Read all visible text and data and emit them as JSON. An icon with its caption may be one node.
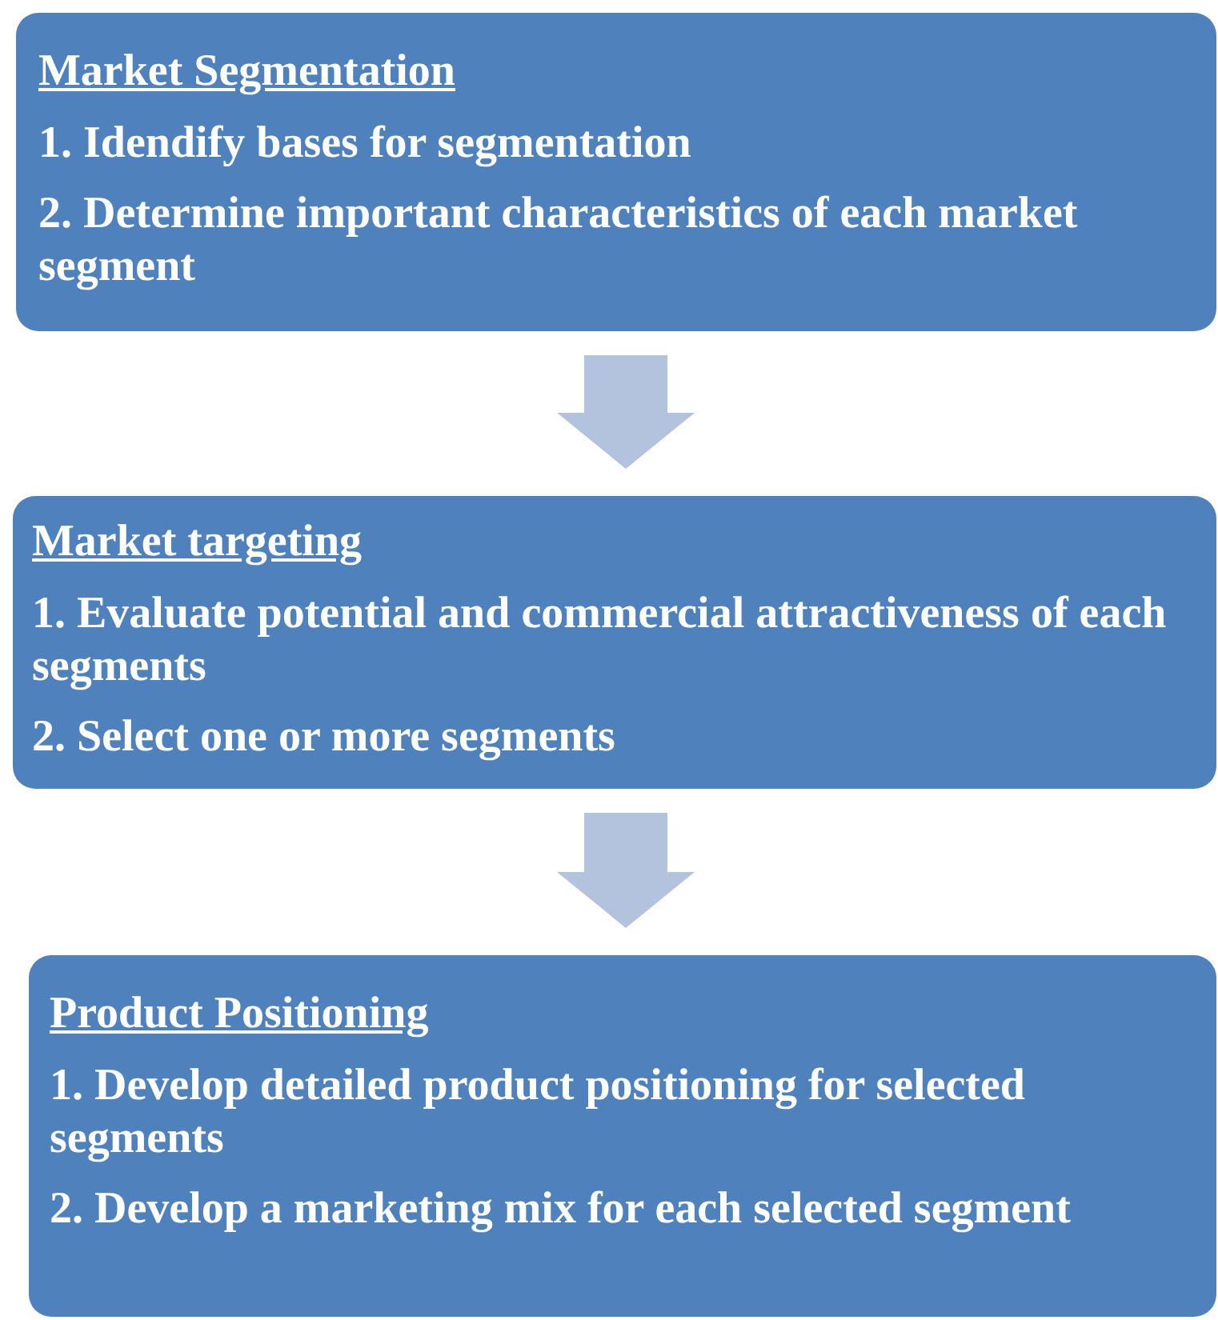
{
  "diagram": {
    "nodes": [
      {
        "text": [
          "Market Segmentation",
          "1. Idendify bases for segmentation",
          "2. Determine important characteristics of each market segment"
        ]
      },
      {
        "text": [
          "Market targeting",
          "1. Evaluate potential and commercial attractiveness of each segments",
          "2. Select one or more segments"
        ]
      },
      {
        "text": [
          "Product Positioning",
          "1. Develop detailed product positioning for selected segments",
          "2. Develop a marketing mix for each selected segment"
        ]
      }
    ],
    "edges": [
      {
        "from": 0,
        "to": 1,
        "arrow": "to"
      },
      {
        "from": 1,
        "to": 2,
        "arrow": "to"
      }
    ]
  }
}
